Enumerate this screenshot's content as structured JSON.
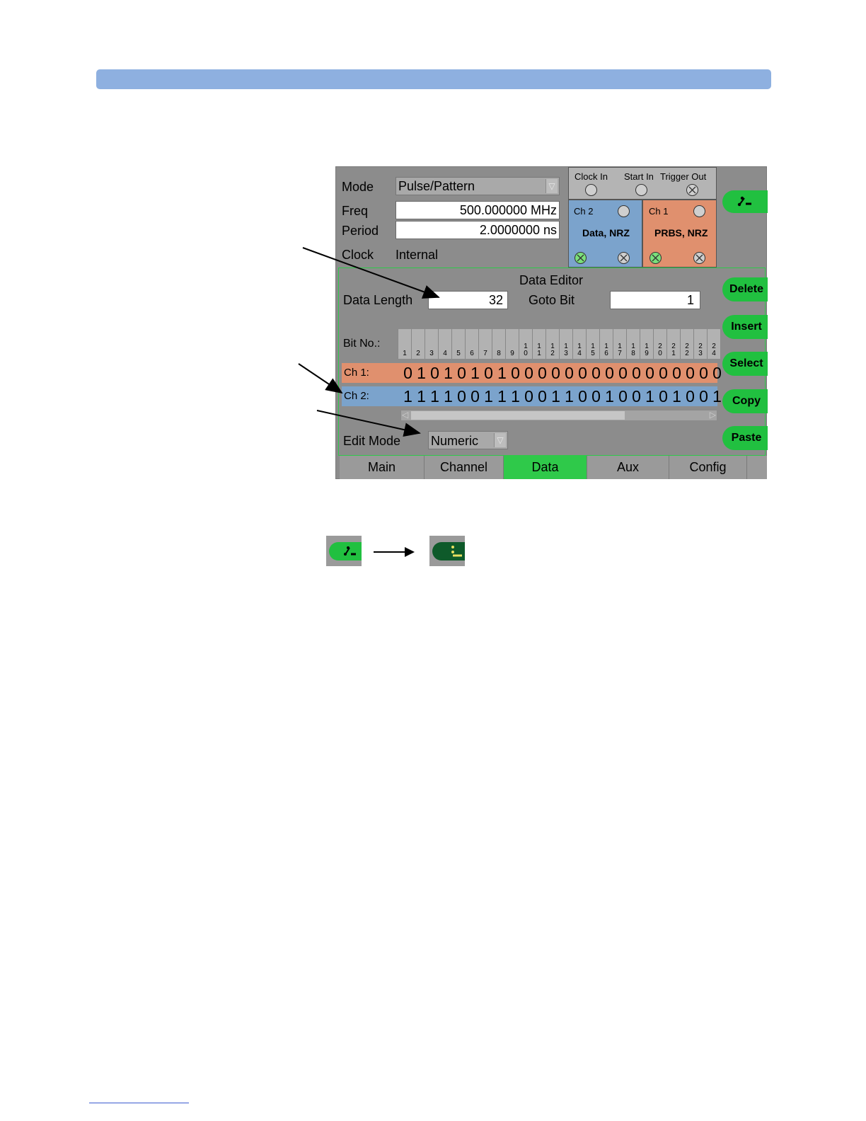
{
  "top": {
    "mode_label": "Mode",
    "mode_value": "Pulse/Pattern",
    "freq_label": "Freq",
    "freq_value": "500.000000 MHz",
    "period_label": "Period",
    "period_value": "2.0000000 ns",
    "clock_label": "Clock",
    "clock_value": "Internal"
  },
  "status": {
    "clock_in": "Clock In",
    "start_in": "Start In",
    "trigger_out": "Trigger Out",
    "ch2_label": "Ch 2",
    "ch2_mode": "Data, NRZ",
    "ch1_label": "Ch 1",
    "ch1_mode": "PRBS, NRZ"
  },
  "editor": {
    "title": "Data Editor",
    "data_length_label": "Data Length",
    "data_length_value": "32",
    "goto_bit_label": "Goto Bit",
    "goto_bit_value": "1",
    "bit_no_label": "Bit No.:",
    "ch1_label": "Ch 1:",
    "ch2_label": "Ch 2:",
    "bit_numbers": [
      "1",
      "2",
      "3",
      "4",
      "5",
      "6",
      "7",
      "8",
      "9",
      "1\n0",
      "1\n1",
      "1\n2",
      "1\n3",
      "1\n4",
      "1\n5",
      "1\n6",
      "1\n7",
      "1\n8",
      "1\n9",
      "2\n0",
      "2\n1",
      "2\n2",
      "2\n3",
      "2\n4"
    ],
    "ch1_bits": "010101010000000000000000",
    "ch2_bits": "111100111001100100101001",
    "edit_mode_label": "Edit Mode",
    "edit_mode_value": "Numeric"
  },
  "softkeys": {
    "delete": "Delete",
    "insert": "Insert",
    "select": "Select",
    "copy": "Copy",
    "paste": "Paste"
  },
  "tabs": [
    "Main",
    "Channel",
    "Data",
    "Aux",
    "Config"
  ],
  "colors": {
    "ch1": "#e0906e",
    "ch2": "#7ba3cc",
    "active_tab": "#2fc94a",
    "softkey": "#21c040"
  }
}
